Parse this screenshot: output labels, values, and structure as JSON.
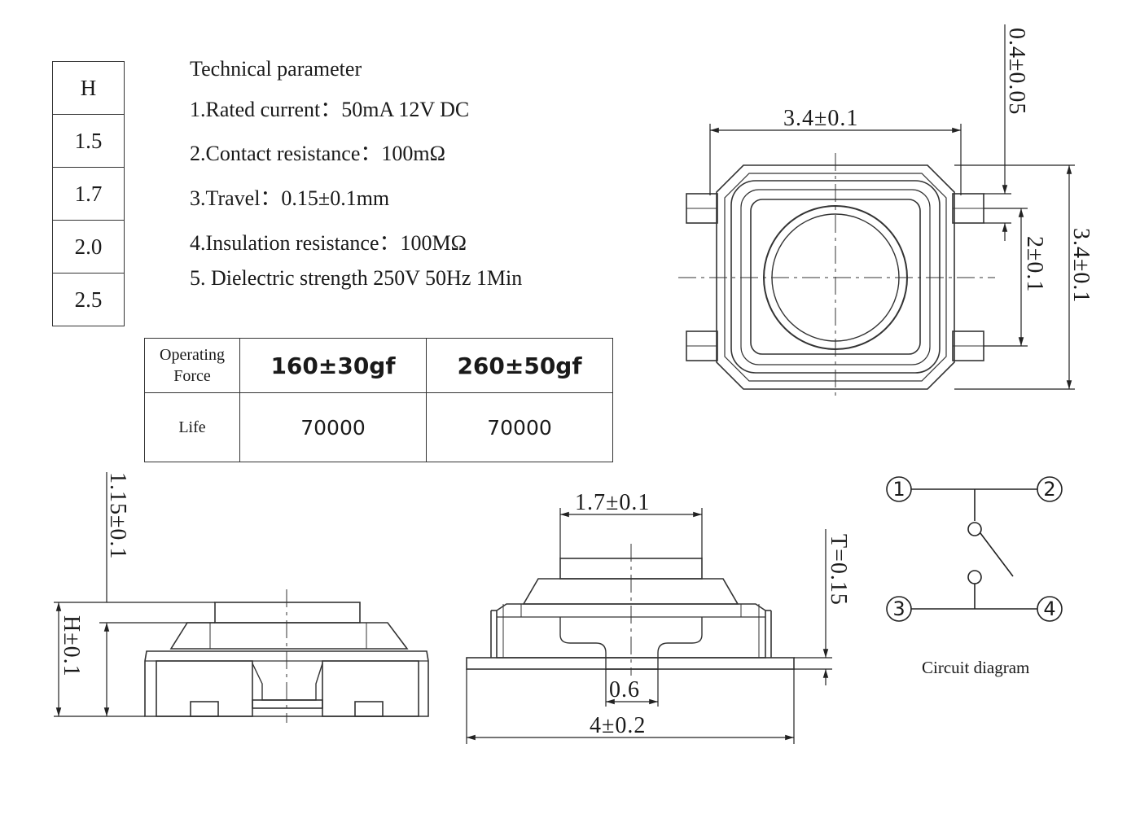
{
  "height_table": {
    "header": "H",
    "values": [
      "1.5",
      "1.7",
      "2.0",
      "2.5"
    ]
  },
  "parameters": {
    "title": "Technical parameter",
    "items": [
      "1.Rated current：50mA 12V DC",
      "2.Contact resistance：100mΩ",
      "3.Travel：0.15±0.1mm",
      "4.Insulation resistance：100MΩ",
      "5. Dielectric strength 250V 50Hz 1Min"
    ]
  },
  "force_table": {
    "row1_header": "Operating Force",
    "row1_values": [
      "160±30gf",
      "260±50gf"
    ],
    "row2_header": "Life",
    "row2_values": [
      "70000",
      "70000"
    ]
  },
  "dimensions": {
    "top_width": "3.4±0.1",
    "lead_width": "0.4±0.05",
    "pin_pitch": "2±0.1",
    "top_height": "3.4±0.1",
    "side_total_height": "1.15±0.1",
    "side_body_height": "H±0.1",
    "actuator_width": "1.7±0.1",
    "terminal_thickness": "T=0.15",
    "center_gap": "0.6",
    "overall_length": "4±0.2"
  },
  "circuit": {
    "pins": [
      "1",
      "2",
      "3",
      "4"
    ],
    "caption": "Circuit diagram"
  }
}
